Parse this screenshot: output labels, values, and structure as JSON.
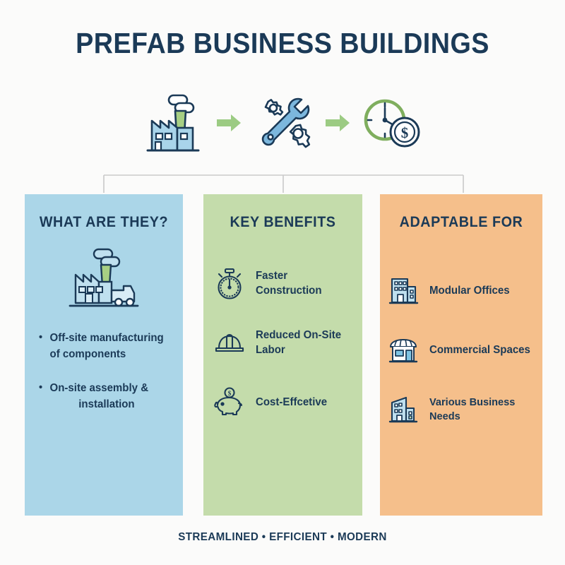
{
  "title": "PREFAB BUSINESS BUILDINGS",
  "colors": {
    "background": "#fbfbfa",
    "navy": "#1b3a57",
    "panel_blue": "#abd6e8",
    "panel_green": "#c4dcab",
    "panel_orange": "#f5bf8b",
    "accent_green": "#8cc07a",
    "icon_blue": "#a9d4ea",
    "connector_gray": "#cccccc"
  },
  "flow": {
    "steps": [
      {
        "icon": "factory-icon",
        "name": "factory"
      },
      {
        "icon": "arrow-right-icon",
        "name": "arrow"
      },
      {
        "icon": "wrench-gears-icon",
        "name": "tools"
      },
      {
        "icon": "arrow-right-icon",
        "name": "arrow"
      },
      {
        "icon": "clock-money-icon",
        "name": "time-cost"
      }
    ]
  },
  "panels": [
    {
      "id": "what-are-they",
      "title": "WHAT ARE THEY?",
      "color": "#abd6e8",
      "illustration": "factory-truck-icon",
      "bullets": [
        {
          "line1": "Off-site manufacturing",
          "line2": "of components",
          "indented": false
        },
        {
          "line1": "On-site assembly &",
          "line2": "installation",
          "indented": true
        }
      ]
    },
    {
      "id": "key-benefits",
      "title": "KEY BENEFITS",
      "color": "#c4dcab",
      "items": [
        {
          "icon": "stopwatch-icon",
          "label": "Faster\nConstruction"
        },
        {
          "icon": "hard-hat-icon",
          "label": "Reduced On-Site\nLabor"
        },
        {
          "icon": "piggy-bank-icon",
          "label": "Cost-Effcetive"
        }
      ]
    },
    {
      "id": "adaptable-for",
      "title": "ADAPTABLE FOR",
      "color": "#f5bf8b",
      "items": [
        {
          "icon": "office-building-icon",
          "label": "Modular Offices"
        },
        {
          "icon": "storefront-icon",
          "label": "Commercial Spaces"
        },
        {
          "icon": "buildings-icon",
          "label": "Various Business Needs"
        }
      ]
    }
  ],
  "footer": "STREAMLINED • EFFICIENT • MODERN"
}
